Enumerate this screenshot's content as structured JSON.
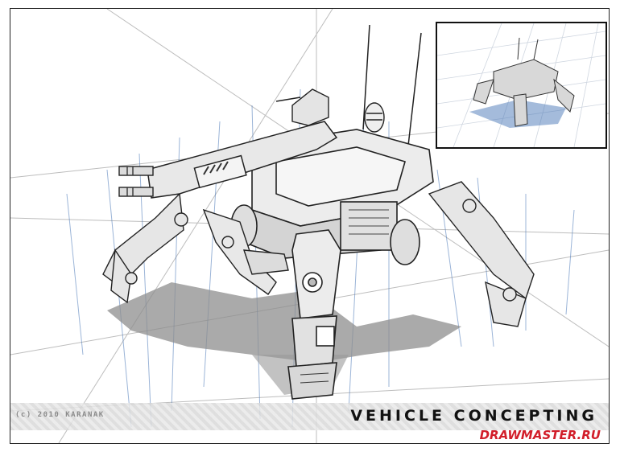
{
  "illustration": {
    "title": "VEHICLE CONCEPTING",
    "copyright": "(c) 2010 KARANAK",
    "logo": {
      "text": "DRAWMASTER.RU",
      "colors": {
        "primary": "#d21e2a",
        "secondary": "#1a3c8f",
        "accent": "#f2c21b"
      }
    },
    "colors": {
      "line": "#222222",
      "metal_fill": "#e6e6e6",
      "shadow": "#8d8d8d",
      "perspective_guides": "#4a78b8"
    }
  }
}
